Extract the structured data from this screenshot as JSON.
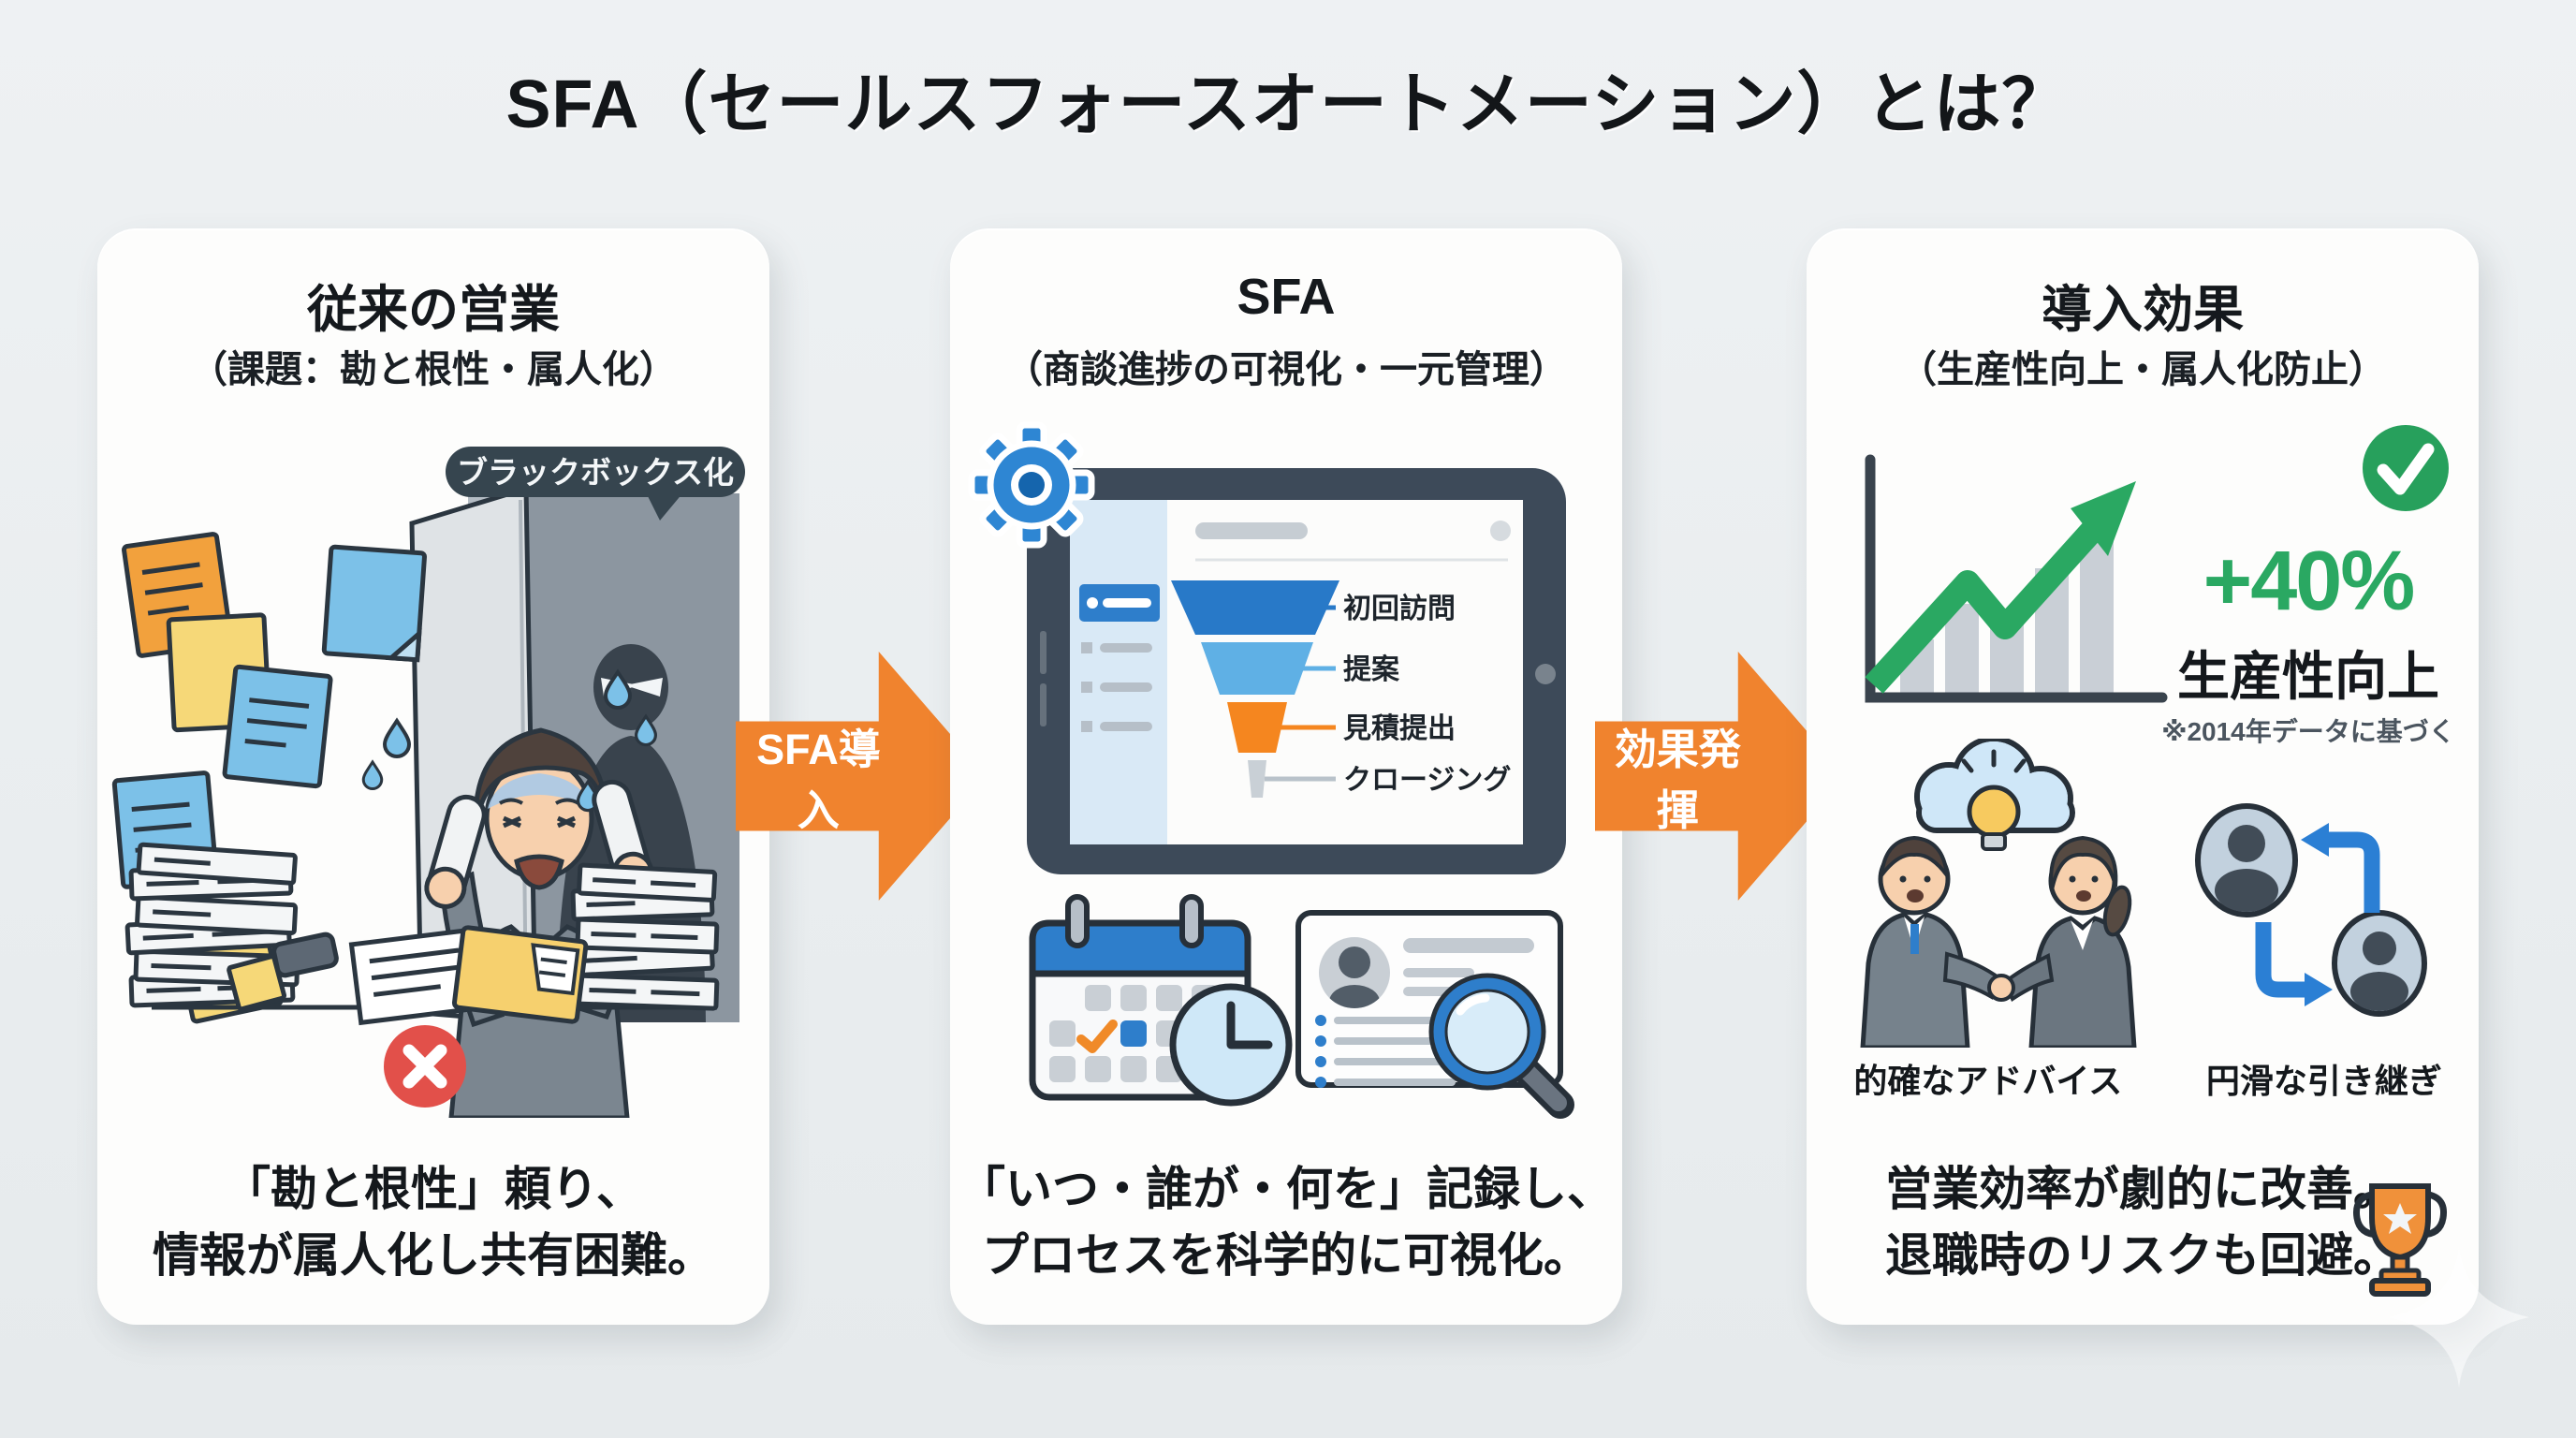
{
  "title": "SFA（セールスフォースオートメーション）とは？",
  "arrows": {
    "first": "SFA導入",
    "second": "効果発揮"
  },
  "cards": [
    {
      "title": "従来の営業",
      "subtitle": "（課題：勘と根性・属人化）",
      "badge": "ブラックボックス化",
      "desc1": "「勘と根性」頼り、",
      "desc2": "情報が属人化し共有困難。"
    },
    {
      "title": "SFA",
      "subtitle": "（商談進捗の可視化・一元管理）",
      "funnel": [
        "初回訪問",
        "提案",
        "見積提出",
        "クロージング"
      ],
      "desc1": "「いつ・誰が・何を」記録し、",
      "desc2": "プロセスを科学的に可視化。"
    },
    {
      "title": "導入効果",
      "subtitle": "（生産性向上・属人化防止）",
      "stat_value": "+40%",
      "stat_label": "生産性向上",
      "stat_note": "※2014年データに基づく",
      "caption_left": "的確なアドバイス",
      "caption_right": "円滑な引き継ぎ",
      "desc1": "営業効率が劇的に改善。",
      "desc2": "退職時のリスクも回避。"
    }
  ],
  "colors": {
    "background": "#e9edef",
    "card": "#fdfdfc",
    "arrow_orange": "#f0832e",
    "badge_dark": "#36454f",
    "funnel_blue_dark": "#2879c8",
    "funnel_blue_light": "#5fb0e5",
    "funnel_orange": "#f5861f",
    "funnel_gray": "#c9d0d6",
    "green": "#2aa862",
    "red": "#e2504a",
    "accent_blue": "#2e7ecb"
  }
}
